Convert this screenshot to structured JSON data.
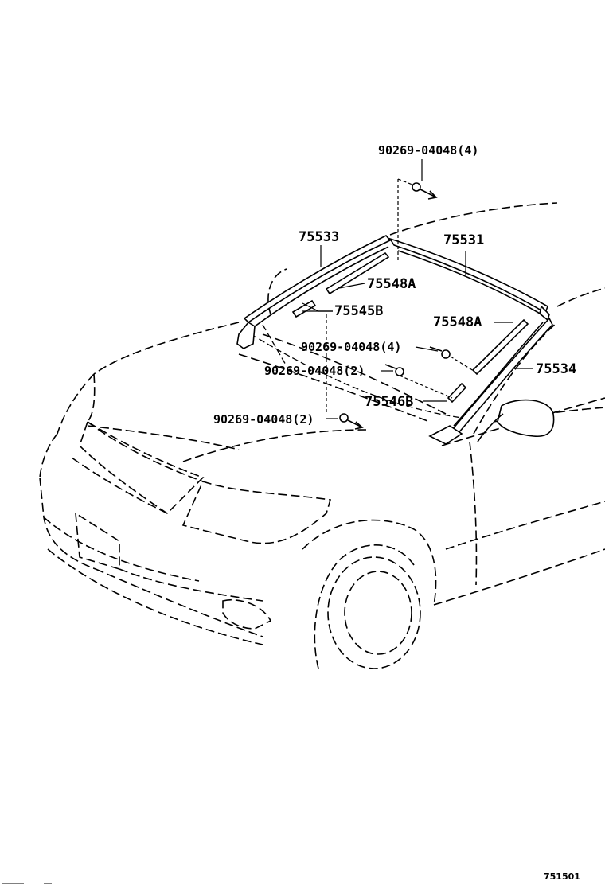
{
  "labels": {
    "clip_top": "90269-04048(4)",
    "p75533": "75533",
    "p75531": "75531",
    "p75548a_left": "75548A",
    "p75545b": "75545B",
    "p75548a_right": "75548A",
    "clip_mid": "90269-04048(4)",
    "clip_mid2": "90269-04048(2)",
    "p75534": "75534",
    "p75546b": "75546B",
    "clip_low": "90269-04048(2)"
  },
  "ref_number": "751501"
}
